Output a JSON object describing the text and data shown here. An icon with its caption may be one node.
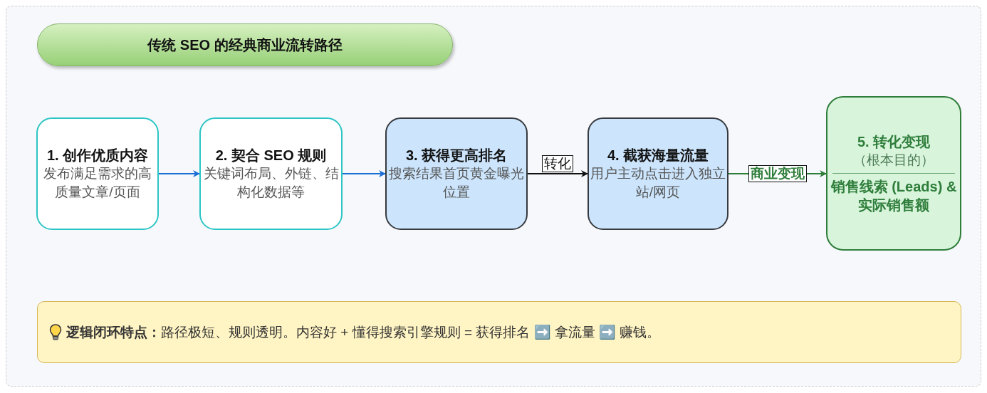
{
  "diagram": {
    "nodes": [
      {
        "text": [
          "传统 SEO 的经典商业流转路径"
        ]
      },
      {
        "text": [
          "1. 创作优质内容",
          "发布满足需求的高质量文章/页面"
        ]
      },
      {
        "text": [
          "2. 契合 SEO 规则",
          "关键词布局、外链、结构化数据等"
        ]
      },
      {
        "text": [
          "3. 获得更高排名",
          "搜索结果首页黄金曝光位置"
        ]
      },
      {
        "text": [
          "4. 截获海量流量",
          "用户主动点击进入独立站/网页"
        ]
      },
      {
        "text": [
          "5. 转化变现",
          "（根本目的）",
          "销售线索 (Leads) & 实际销售额"
        ]
      },
      {
        "text": [
          "**逻辑闭环特点：**路径极短、规则透明。内容好 + 懂得搜索引擎规则 = 获得排名 ➡️ 拿流量 ➡️ 赚钱。"
        ]
      }
    ],
    "edges": [
      {
        "from": 1,
        "to": 2,
        "arrow": "to"
      },
      {
        "from": 2,
        "to": 3,
        "arrow": "to"
      },
      {
        "from": 3,
        "to": 4,
        "arrow": "to",
        "label": "转化",
        "color": "#111111"
      },
      {
        "from": 4,
        "to": 5,
        "arrow": "to",
        "label": "商业变现",
        "color": "#2e7d3a"
      }
    ]
  }
}
